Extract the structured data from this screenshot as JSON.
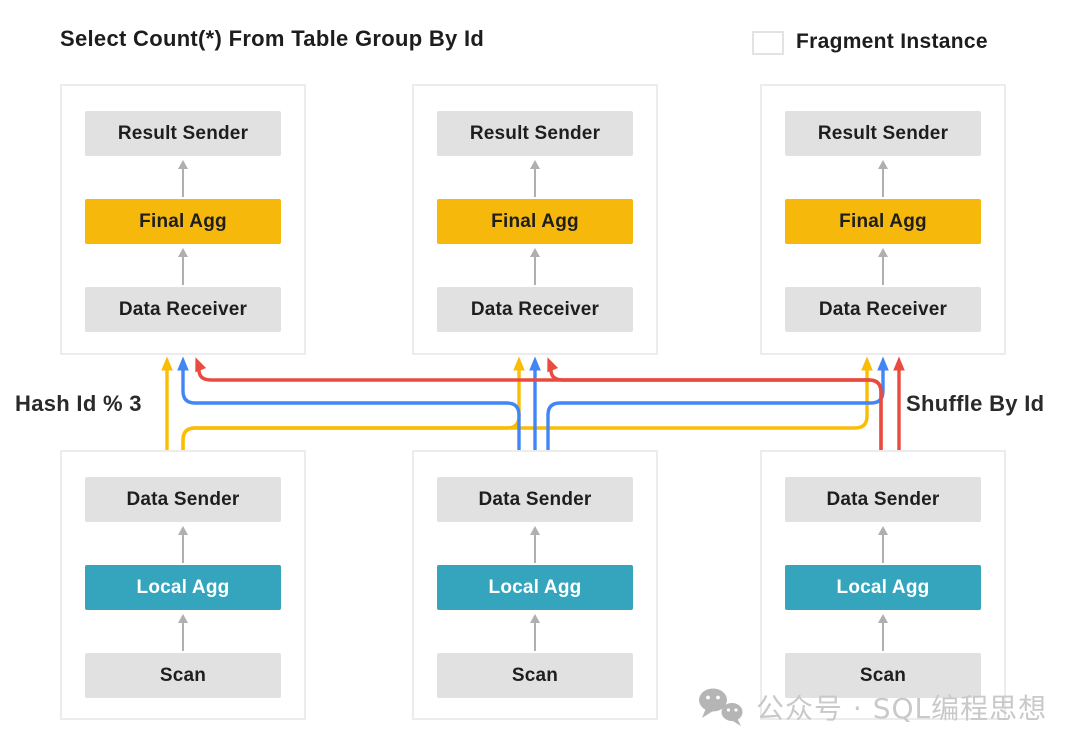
{
  "title": "Select Count(*) From Table Group By Id",
  "legend": {
    "label": "Fragment Instance"
  },
  "annotations": {
    "left_label": "Hash Id % 3",
    "right_label": "Shuffle By Id"
  },
  "colors": {
    "yellow": "#FBBC05",
    "blue": "#4285F4",
    "red": "#E94B3F",
    "final_agg_gold": "#F6B90B",
    "local_agg_teal": "#35A5BE",
    "node_gray": "#E1E1E1",
    "flow_arrow_gray": "#AFAFAF",
    "watermark_gray": "#C9C9C9"
  },
  "top_fragment": {
    "nodes": [
      {
        "label": "Result Sender",
        "style": "gray"
      },
      {
        "label": "Final Agg",
        "style": "gold"
      },
      {
        "label": "Data Receiver",
        "style": "gray"
      }
    ]
  },
  "bottom_fragment": {
    "nodes": [
      {
        "label": "Data Sender",
        "style": "gray"
      },
      {
        "label": "Local Agg",
        "style": "teal"
      },
      {
        "label": "Scan",
        "style": "gray"
      }
    ]
  },
  "shuffle_connections": [
    {
      "from": "bottom-1",
      "to": "top-1",
      "color": "yellow"
    },
    {
      "from": "bottom-1",
      "to": "top-2",
      "color": "yellow"
    },
    {
      "from": "bottom-1",
      "to": "top-3",
      "color": "yellow"
    },
    {
      "from": "bottom-2",
      "to": "top-1",
      "color": "blue"
    },
    {
      "from": "bottom-2",
      "to": "top-2",
      "color": "blue"
    },
    {
      "from": "bottom-2",
      "to": "top-3",
      "color": "blue"
    },
    {
      "from": "bottom-3",
      "to": "top-1",
      "color": "red"
    },
    {
      "from": "bottom-3",
      "to": "top-2",
      "color": "red"
    },
    {
      "from": "bottom-3",
      "to": "top-3",
      "color": "red"
    }
  ],
  "watermark": {
    "icon": "wechat-icon",
    "text": "公众号 · SQL编程思想"
  }
}
